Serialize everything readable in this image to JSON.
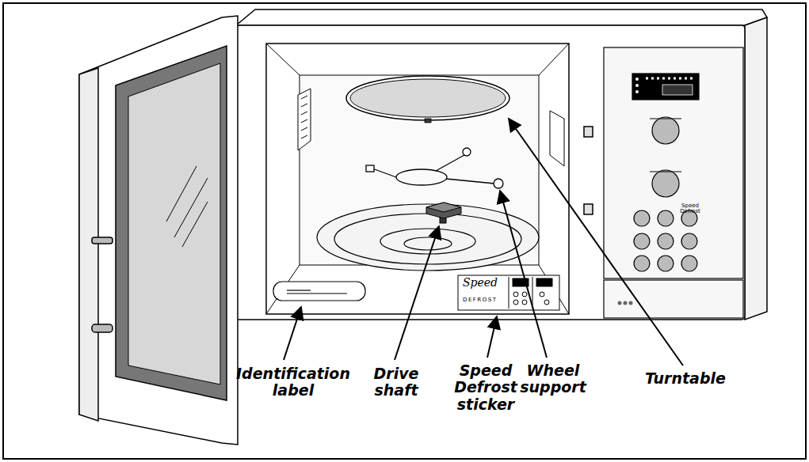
{
  "diagram": {
    "labels": [
      "Identification label",
      "Drive shaft",
      "Speed Defrost sticker",
      "Wheel support",
      "Turntable",
      "Speed Defrost",
      "Speed",
      "DEFROST"
    ]
  }
}
